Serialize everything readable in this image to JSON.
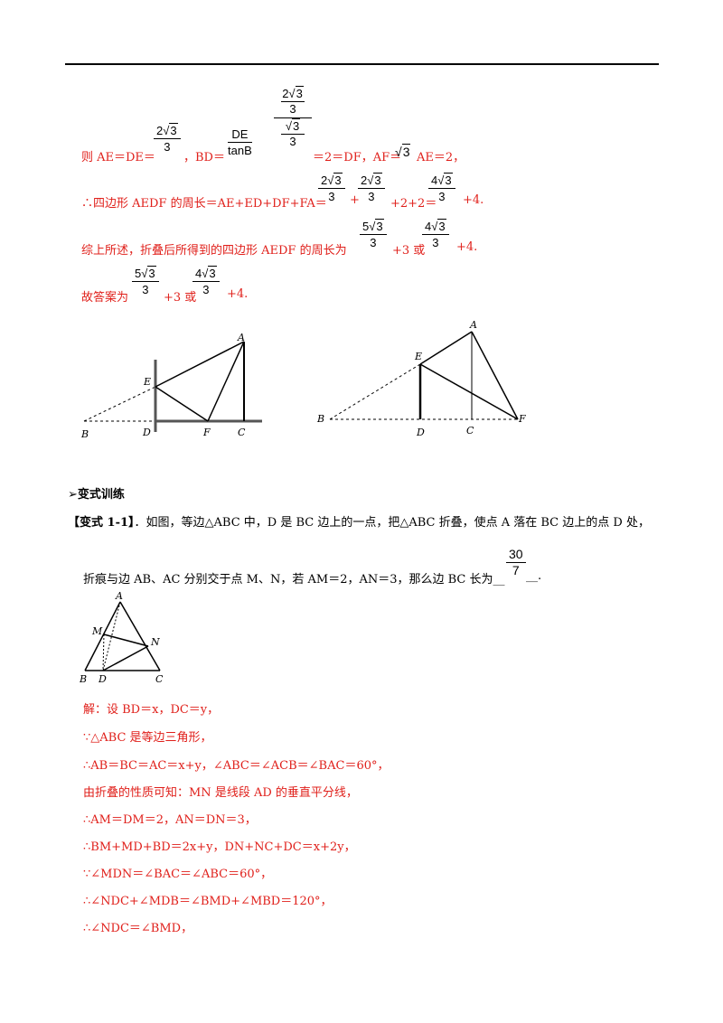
{
  "lines": {
    "l1_a": "则 AE＝DE＝",
    "l1_b": "，BD＝",
    "l1_c": "＝2＝DF，AF＝",
    "l1_d": "AE＝2，",
    "l2_a": "∴四边形 AEDF 的周长＝AE+ED+DF+FA＝",
    "l2_b": "+",
    "l2_c": "+2+2＝",
    "l2_d": "+4.",
    "l3_a": "综上所述，折叠后所得到的四边形 AEDF 的周长为",
    "l3_b": "+3 或",
    "l3_c": "+4.",
    "l4_a": "故答案为",
    "l4_b": "+3 或",
    "l4_c": "+4."
  },
  "fractions": {
    "two_root3": {
      "num_coef": "2",
      "num_rad": "3",
      "den": "3"
    },
    "four_root3": {
      "num_coef": "4",
      "num_rad": "3",
      "den": "3"
    },
    "five_root3": {
      "num_coef": "5",
      "num_rad": "3",
      "den": "3"
    },
    "de_tanb": {
      "num": "DE",
      "den": "tanB"
    },
    "root3_over3": {
      "num_rad": "3",
      "den": "3"
    },
    "thirty_seven": {
      "num": "30",
      "den": "7"
    }
  },
  "sqrt_symbol": "√",
  "fig1_labels": {
    "A": "A",
    "E": "E",
    "B": "B",
    "D": "D",
    "F": "F",
    "C": "C"
  },
  "fig2_labels": {
    "A": "A",
    "E": "E",
    "B": "B",
    "D": "D",
    "C": "C",
    "F": "F"
  },
  "section": {
    "arrow": "➢",
    "title": "变式训练"
  },
  "problem": {
    "tag": "【变式 1-1】",
    "text1": "．如图，等边△ABC 中，D 是 BC 边上的一点，把△ABC 折叠，使点 A 落在 BC 边上的点 D 处，",
    "text2a": "折痕与边 AB、AC 分别交于点 M、N，若 AM＝2，AN＝3，那么边 BC 长为",
    "blank_left": "__",
    "blank_right": "__."
  },
  "fig3_labels": {
    "A": "A",
    "M": "M",
    "N": "N",
    "B": "B",
    "D": "D",
    "C": "C"
  },
  "solution": [
    "解：设 BD＝x，DC＝y，",
    "∵△ABC 是等边三角形，",
    "∴AB＝BC＝AC＝x+y，∠ABC＝∠ACB＝∠BAC＝60°，",
    "由折叠的性质可知：MN 是线段 AD 的垂直平分线，",
    "∴AM＝DM＝2，AN＝DN＝3，",
    "∴BM+MD+BD＝2x+y，DN+NC+DC＝x+2y，",
    "∵∠MDN＝∠BAC＝∠ABC＝60°，",
    "∴∠NDC+∠MDB＝∠BMD+∠MBD＝120°，",
    "∴∠NDC＝∠BMD，"
  ]
}
